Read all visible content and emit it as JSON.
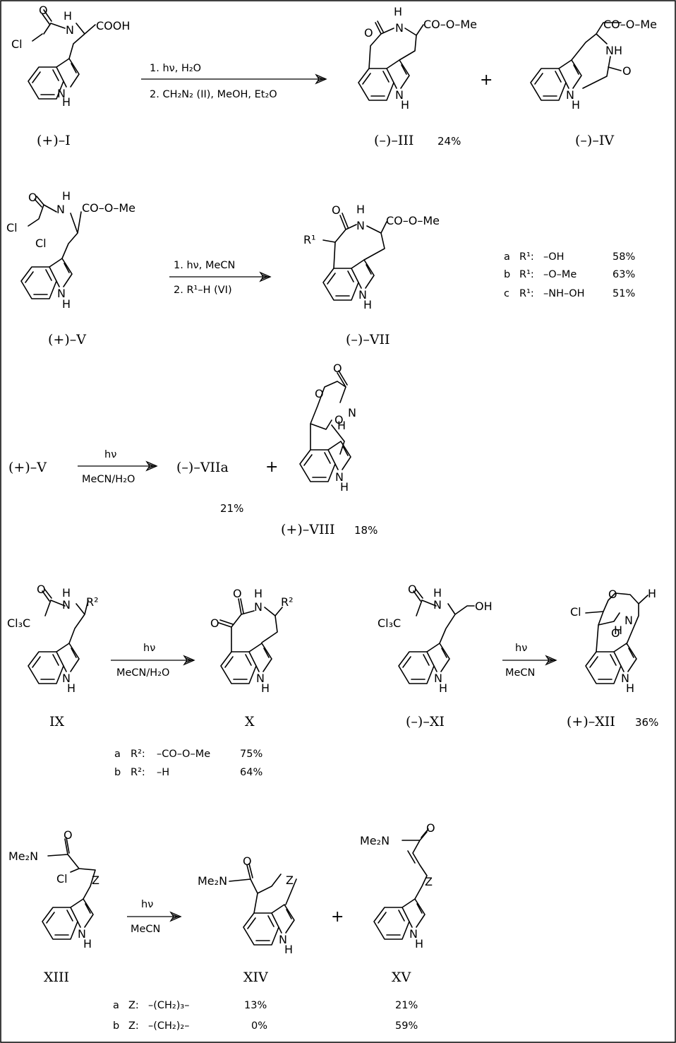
{
  "row1": {
    "start_label": "(+)–I",
    "cond1": "1. hν, H₂O",
    "cond2": "2. CH₂N₂ (II), MeOH, Et₂O",
    "prod1_label": "(–)–III",
    "prod1_yield": "24%",
    "plus": "+",
    "prod2_label": "(–)–IV"
  },
  "row2": {
    "start_label": "(+)–V",
    "cond1": "1. hν, MeCN",
    "cond2": "2. R¹–H (VI)",
    "prod_label": "(–)–VII",
    "table": [
      {
        "key": "a",
        "r": "R¹:",
        "group": "–OH",
        "yield": "58%"
      },
      {
        "key": "b",
        "r": "R¹:",
        "group": "–O–Me",
        "yield": "63%"
      },
      {
        "key": "c",
        "r": "R¹:",
        "group": "–NH–OH",
        "yield": "51%"
      }
    ]
  },
  "row3": {
    "start": "(+)–V",
    "cond1": "hν",
    "cond2": "MeCN/H₂O",
    "prod1": "(–)–VIIa",
    "prod1_yield": "21%",
    "plus": "+",
    "prod2_label": "(+)–VIII",
    "prod2_yield": "18%"
  },
  "row4": {
    "start_label": "IX",
    "cond1": "hν",
    "cond2": "MeCN/H₂O",
    "prod_label": "X",
    "table": [
      {
        "key": "a",
        "r": "R²:",
        "group": "–CO–O–Me",
        "yield": "75%"
      },
      {
        "key": "b",
        "r": "R²:",
        "group": "–H",
        "yield": "64%"
      }
    ],
    "start2_label": "(–)–XI",
    "cond3": "hν",
    "cond4": "MeCN",
    "prod2_label": "(+)–XII",
    "prod2_yield": "36%"
  },
  "row5": {
    "start_label": "XIII",
    "cond1": "hν",
    "cond2": "MeCN",
    "prod1_label": "XIV",
    "plus": "+",
    "prod2_label": "XV",
    "table": [
      {
        "key": "a",
        "z": "Z:",
        "group": "–(CH₂)₃–",
        "y1": "13%",
        "y2": "21%"
      },
      {
        "key": "b",
        "z": "Z:",
        "group": "–(CH₂)₂–",
        "y1": "0%",
        "y2": "59%"
      }
    ]
  },
  "atoms": {
    "H": "H",
    "NH": "NH",
    "N": "N",
    "O": "O",
    "Cl": "Cl",
    "Cl3C": "Cl₃C",
    "COOH": "COOH",
    "COOMe": "CO–O–Me",
    "OH": "OH",
    "R1": "R¹",
    "R2": "R²",
    "Me2N": "Me₂N",
    "Z": "Z"
  }
}
